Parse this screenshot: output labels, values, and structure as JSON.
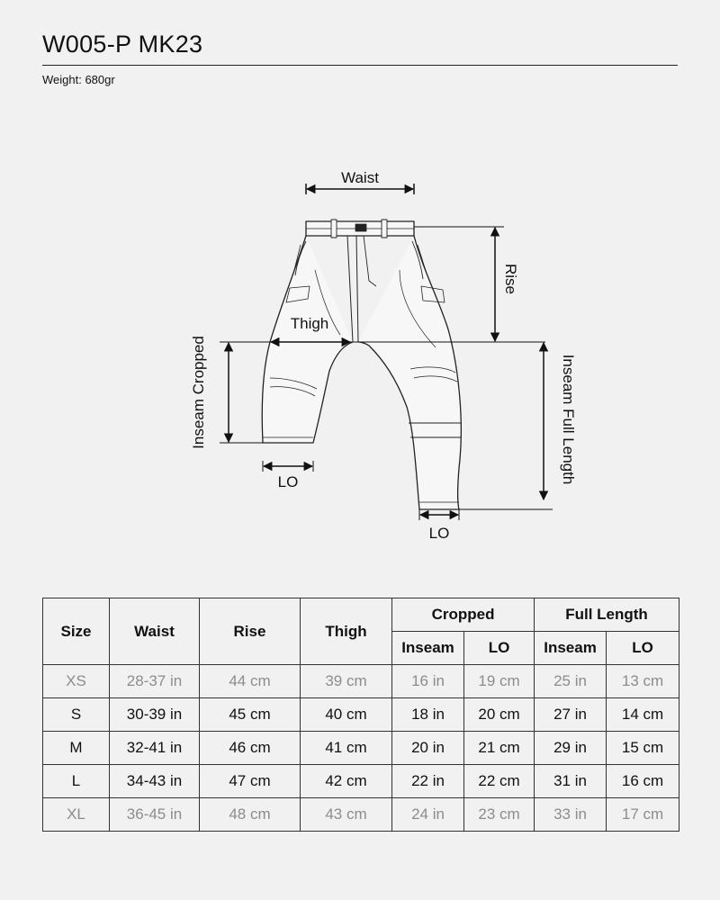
{
  "header": {
    "title": "W005-P MK23",
    "weight": "Weight: 680gr"
  },
  "diagram": {
    "labels": {
      "waist": "Waist",
      "rise": "Rise",
      "thigh": "Thigh",
      "inseam_cropped": "Inseam Cropped",
      "inseam_full": "Inseam Full Length",
      "lo_cropped": "LO",
      "lo_full": "LO"
    }
  },
  "table": {
    "headers": {
      "size": "Size",
      "waist": "Waist",
      "rise": "Rise",
      "thigh": "Thigh",
      "cropped": "Cropped",
      "full_length": "Full Length",
      "inseam": "Inseam",
      "lo": "LO"
    },
    "rows": [
      {
        "size": "XS",
        "waist": "28-37 in",
        "rise": "44 cm",
        "thigh": "39 cm",
        "crop_inseam": "16 in",
        "crop_lo": "19 cm",
        "full_inseam": "25 in",
        "full_lo": "13 cm"
      },
      {
        "size": "S",
        "waist": "30-39 in",
        "rise": "45 cm",
        "thigh": "40 cm",
        "crop_inseam": "18 in",
        "crop_lo": "20 cm",
        "full_inseam": "27 in",
        "full_lo": "14 cm"
      },
      {
        "size": "M",
        "waist": "32-41 in",
        "rise": "46 cm",
        "thigh": "41 cm",
        "crop_inseam": "20 in",
        "crop_lo": "21 cm",
        "full_inseam": "29 in",
        "full_lo": "15 cm"
      },
      {
        "size": "L",
        "waist": "34-43 in",
        "rise": "47 cm",
        "thigh": "42 cm",
        "crop_inseam": "22 in",
        "crop_lo": "22 cm",
        "full_inseam": "31 in",
        "full_lo": "16 cm"
      },
      {
        "size": "XL",
        "waist": "36-45 in",
        "rise": "48 cm",
        "thigh": "43 cm",
        "crop_inseam": "24 in",
        "crop_lo": "23 cm",
        "full_inseam": "33 in",
        "full_lo": "17 cm"
      }
    ]
  }
}
